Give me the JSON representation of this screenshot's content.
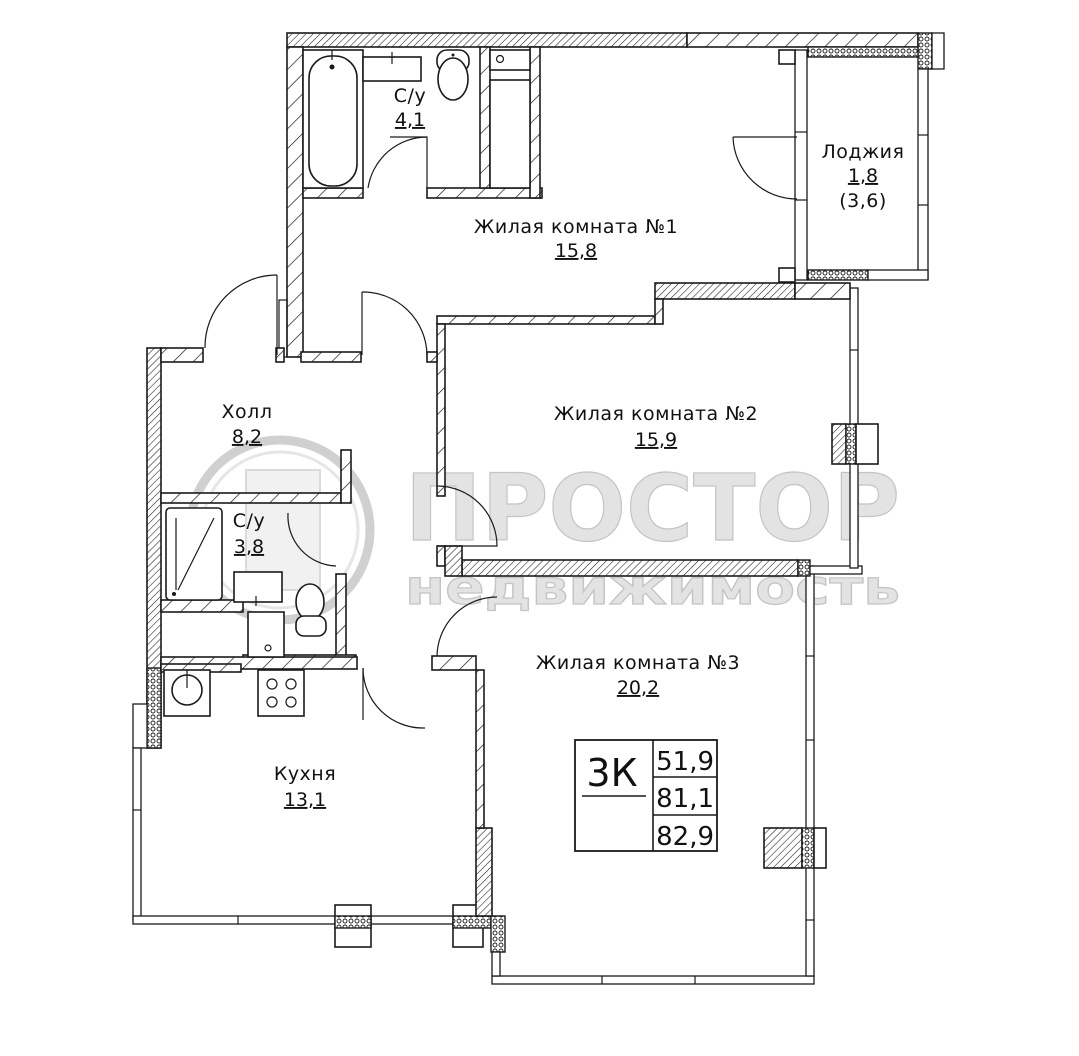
{
  "plan": {
    "apartment_type": "3К",
    "areas": {
      "living": "51,9",
      "total": "81,1",
      "total_with_loggia": "82,9"
    },
    "rooms": [
      {
        "id": "bathroom-1",
        "name": "С/у",
        "area": "4,1"
      },
      {
        "id": "loggia",
        "name": "Лоджия",
        "area": "1,8",
        "area_extra": "(3,6)"
      },
      {
        "id": "living-room-1",
        "name": "Жилая комната №1",
        "area": "15,8"
      },
      {
        "id": "hall",
        "name": "Холл",
        "area": "8,2"
      },
      {
        "id": "living-room-2",
        "name": "Жилая комната №2",
        "area": "15,9"
      },
      {
        "id": "bathroom-2",
        "name": "С/у",
        "area": "3,8"
      },
      {
        "id": "living-room-3",
        "name": "Жилая комната №3",
        "area": "20,2"
      },
      {
        "id": "kitchen",
        "name": "Кухня",
        "area": "13,1"
      }
    ]
  },
  "watermark": {
    "brand": "ПРОСТОР",
    "subtitle": "недвижимость"
  },
  "colors": {
    "line": "#1a1a1a",
    "background": "#ffffff",
    "watermark": "#e3e3e3"
  }
}
